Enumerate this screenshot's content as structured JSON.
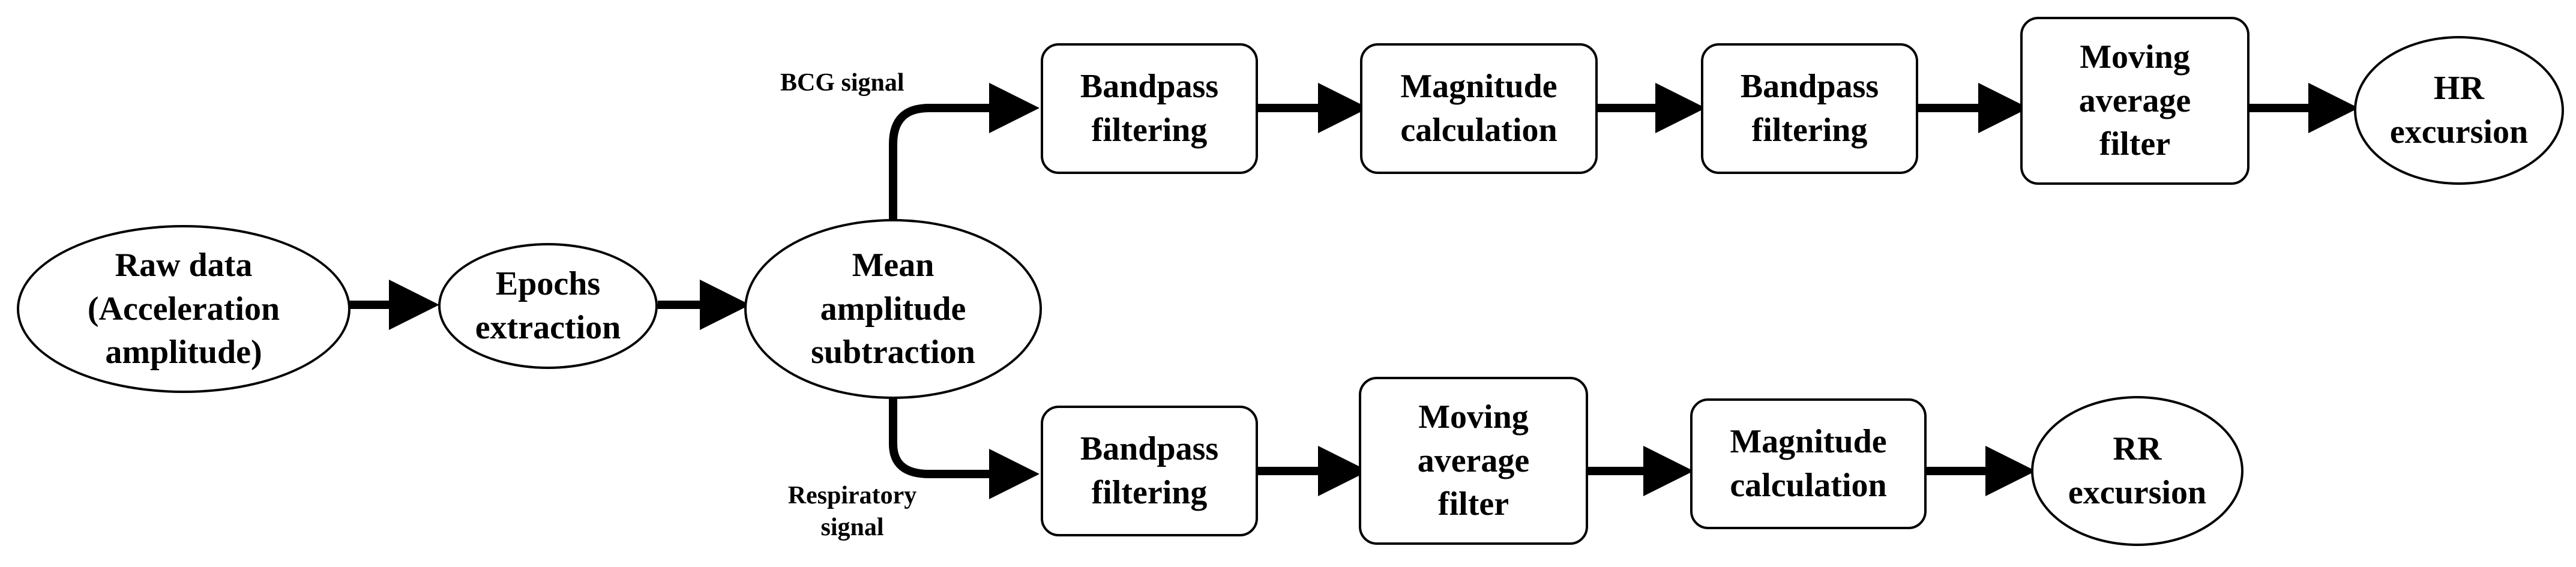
{
  "diagram": {
    "nodes": {
      "raw": "Raw data\n(Acceleration\namplitude)",
      "epochs": "Epochs\nextraction",
      "mean": "Mean\namplitude\nsubtraction",
      "bcg_bandpass1": "Bandpass\nfiltering",
      "bcg_magnitude": "Magnitude\ncalculation",
      "bcg_bandpass2": "Bandpass\nfiltering",
      "bcg_moving": "Moving\naverage\nfilter",
      "hr": "HR\nexcursion",
      "resp_bandpass": "Bandpass\nfiltering",
      "resp_moving": "Moving\naverage\nfilter",
      "resp_magnitude": "Magnitude\ncalculation",
      "rr": "RR\nexcursion"
    },
    "labels": {
      "bcg": "BCG signal",
      "respiratory": "Respiratory\nsignal"
    }
  }
}
